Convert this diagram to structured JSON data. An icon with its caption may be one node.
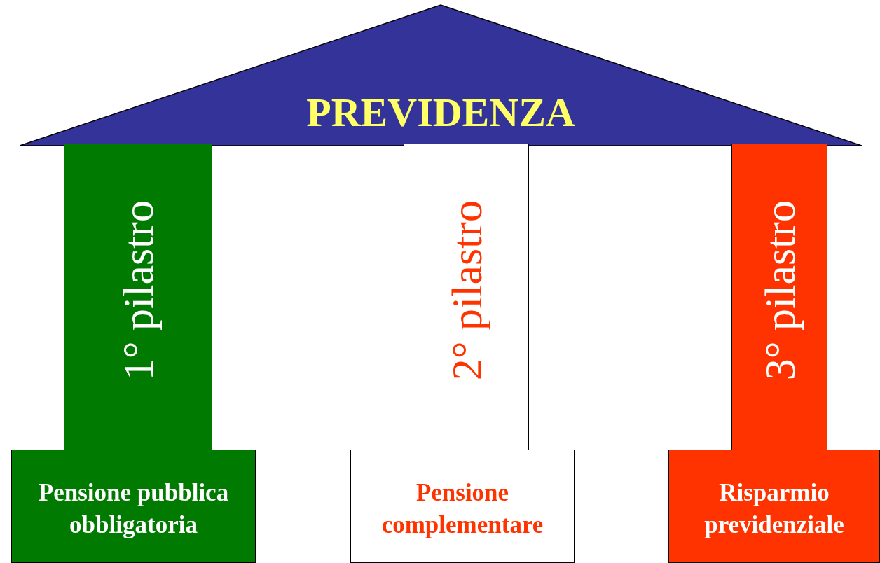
{
  "diagram": {
    "nodes": [
      {
        "text": [
          "PREVIDENZA"
        ]
      },
      {
        "text": [
          "1° pilastro"
        ]
      },
      {
        "text": [
          "2° pilastro"
        ]
      },
      {
        "text": [
          "3° pilastro"
        ]
      },
      {
        "text": [
          "Pensione pubblica obbligatoria"
        ]
      },
      {
        "text": [
          "Pensione complementare"
        ]
      },
      {
        "text": [
          "Risparmio previdenziale"
        ]
      }
    ]
  }
}
